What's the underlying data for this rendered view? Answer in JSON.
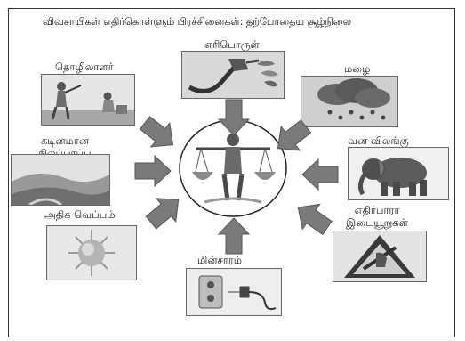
{
  "title": "விவசாயிகள் எதிர்கொள்ளும் பிரச்சினைகள்: தற்போதைய சூழ்நிலை",
  "labels": {
    "labour": "தொழிலாளர்",
    "fuel": "எரிபொருள்",
    "rain": "மழை",
    "difficult_terrain_line1": "கடினமான",
    "difficult_terrain_line2": "நிலப்பரப்பு",
    "wild_animals": "வன விலங்கு",
    "high_heat": "அதிக வெப்பம்",
    "electricity": "மின்சாரம்",
    "unexpected_line1": "எதிர்பாரா",
    "unexpected_line2": "இடையூறுகள்"
  },
  "icons": {
    "labour": "workers-image",
    "fuel": "fuel-nozzle-image",
    "rain": "rain-cloud-image",
    "terrain": "hill-landscape-image",
    "animal": "elephant-image",
    "heat": "sun-image",
    "electricity": "power-socket-image",
    "disruption": "warning-sign-image",
    "center": "farmer-image"
  },
  "colors": {
    "arrow": "#7a7a7a",
    "border": "#333333",
    "text": "#111111"
  }
}
